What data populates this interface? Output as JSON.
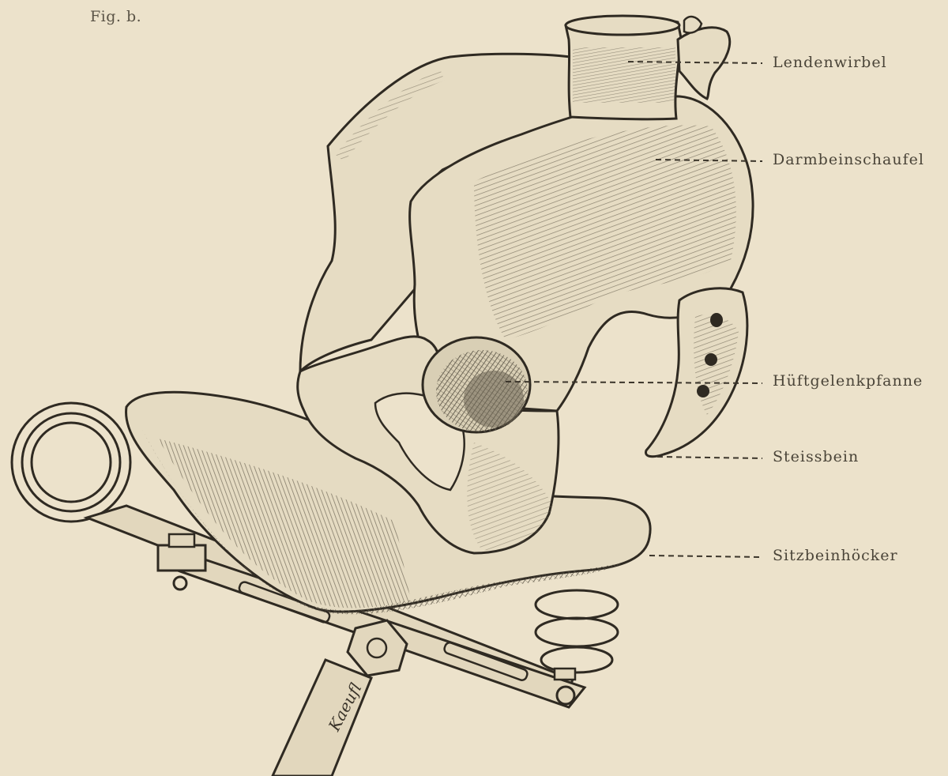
{
  "figure": {
    "label": "Fig. b.",
    "signature": "Kaeufl"
  },
  "callouts": [
    {
      "id": "lendenwirbel",
      "text": "Lendenwirbel"
    },
    {
      "id": "darmbeinschaufel",
      "text": "Darmbeinschaufel"
    },
    {
      "id": "hueftgelenkpfanne",
      "text": "Hüftgelenkpfanne"
    },
    {
      "id": "steissbein",
      "text": "Steissbein"
    },
    {
      "id": "sitzbeinhoecker",
      "text": "Sitzbeinhöcker"
    }
  ],
  "colors": {
    "paper": "#ece2cb",
    "bone": "#e4d9bf",
    "ink": "#2f2a22",
    "hatch": "#6d6555",
    "saddle_shadow": "#8f8773"
  }
}
